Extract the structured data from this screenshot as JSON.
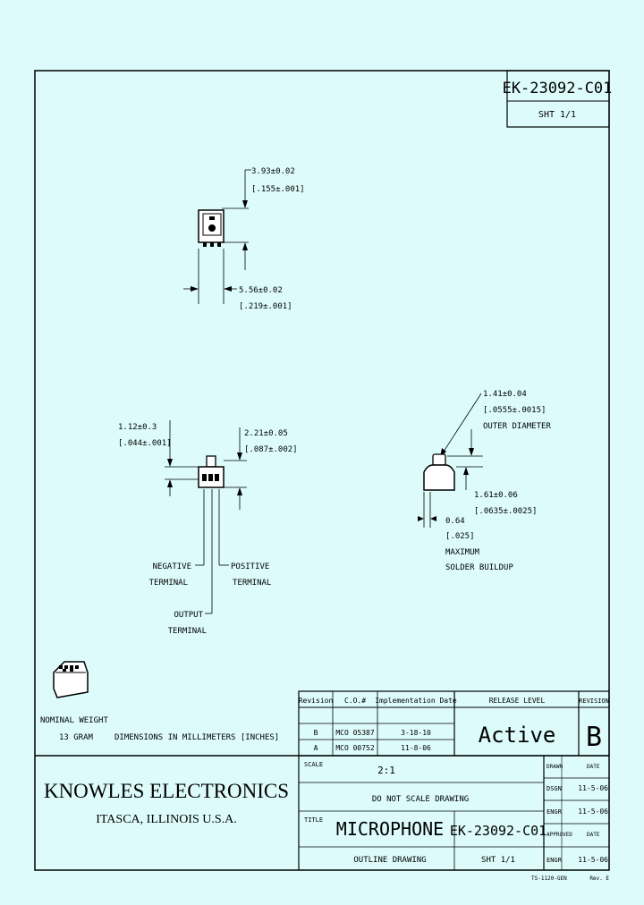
{
  "drawing_number_box": {
    "number": "EK-23092-C01",
    "sheet": "SHT 1/1"
  },
  "top_view": {
    "dim_height": "3.93±0.02",
    "dim_height_in": "[.155±.001]",
    "dim_width": "5.56±0.02",
    "dim_width_in": "[.219±.001]"
  },
  "side_view": {
    "dim_left": "1.12±0.3",
    "dim_left_in": "[.044±.001]",
    "dim_right": "2.21±0.05",
    "dim_right_in": "[.087±.002]",
    "negative_terminal": [
      "NEGATIVE",
      "TERMINAL"
    ],
    "positive_terminal": [
      "POSITIVE",
      "TERMINAL"
    ],
    "output_terminal": [
      "OUTPUT",
      "TERMINAL"
    ]
  },
  "port_view": {
    "dim_outer": "1.41±0.04",
    "dim_outer_in": "[.0555±.0015]",
    "dim_outer_label": "OUTER DIAMETER",
    "dim_lower": "1.61±0.06",
    "dim_lower_in": "[.0635±.0025]",
    "dim_solder": "0.64",
    "dim_solder_in": "[.025]",
    "dim_solder_note": [
      "MAXIMUM",
      "SOLDER BUILDUP"
    ]
  },
  "notes": {
    "weight_label": "NOMINAL WEIGHT",
    "weight_value": "13 GRAM",
    "dimensions_note": "DIMENSIONS IN MILLIMETERS [INCHES]"
  },
  "revision_table": {
    "headers": [
      "Revision",
      "C.O.#",
      "Implementation Date"
    ],
    "rows": [
      {
        "rev": "B",
        "co": "MCO 05387",
        "date": "3-18-10"
      },
      {
        "rev": "A",
        "co": "MCO 00752",
        "date": "11-8-06"
      }
    ]
  },
  "release": {
    "label": "RELEASE LEVEL",
    "value": "Active"
  },
  "revision": {
    "label": "REVISION",
    "value": "B"
  },
  "company": {
    "name": "KNOWLES ELECTRONICS",
    "address": "ITASCA, ILLINOIS U.S.A."
  },
  "title_block": {
    "scale_label": "SCALE",
    "scale_value": "2:1",
    "no_scale": "DO NOT SCALE DRAWING",
    "title_label": "TITLE",
    "title": "MICROPHONE",
    "number": "EK-23092-C01",
    "subtitle": "OUTLINE DRAWING",
    "sheet": "SHT 1/1"
  },
  "sign_block": [
    {
      "role": "DRAWN",
      "date_label": "DATE",
      "date": ""
    },
    {
      "role": "DSGN",
      "date_label": "",
      "date": "11-5-06"
    },
    {
      "role": "ENGR",
      "date_label": "",
      "date": "11-5-06"
    },
    {
      "role": "APPROVED",
      "date_label": "DATE",
      "date": ""
    },
    {
      "role": "ENGR",
      "date_label": "",
      "date": "11-5-06"
    }
  ],
  "footer": {
    "left": "TS-1120-GEN",
    "right": "Rev. E"
  }
}
